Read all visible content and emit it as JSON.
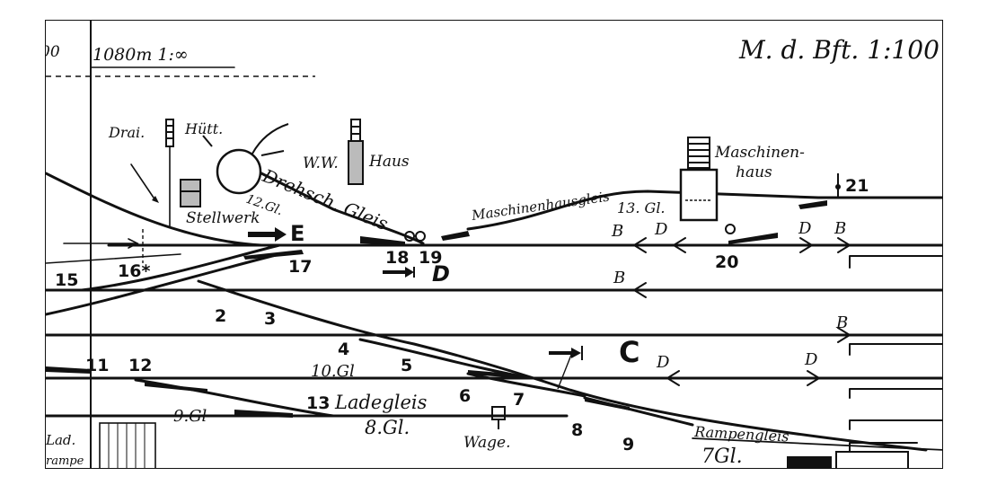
{
  "header": {
    "left_scale": "1080m 1:∞",
    "left_cut": "00",
    "right_scale": "M. d. Bft. 1:100"
  },
  "buildings": {
    "drai": "Drai.",
    "huette": "Hütt.",
    "ww": "W.W.",
    "haus": "Haus",
    "maschinen": "Maschinen-",
    "maschinen2": "haus",
    "stellwerk": "Stellwerk",
    "wage": "Wage.",
    "lade": "Lad.",
    "rampe": "rampe"
  },
  "track_labels": {
    "t12": "12.Gl.",
    "drehsch": "Drehsch. Gleis",
    "maschinenhausgleis": "Maschinenhausgleis",
    "t13": "13. Gl.",
    "t10": "10.Gl",
    "t9": "9.Gl",
    "ladegleis": "Ladegleis",
    "t8": "8.Gl.",
    "rampengleis": "Rampengleis",
    "t7": "7Gl."
  },
  "switch_numbers": [
    "15",
    "16*",
    "17",
    "18",
    "19",
    "20",
    "21",
    "2",
    "3",
    "4",
    "5",
    "6",
    "7",
    "8",
    "9",
    "11",
    "12",
    "13"
  ],
  "signals": {
    "E": "E",
    "D": "D",
    "C": "C",
    "B": "B"
  },
  "icons": [
    "signal-mast-icon",
    "arrow-left-icon",
    "arrow-right-icon",
    "buffer-stop-icon",
    "turntable-icon"
  ]
}
